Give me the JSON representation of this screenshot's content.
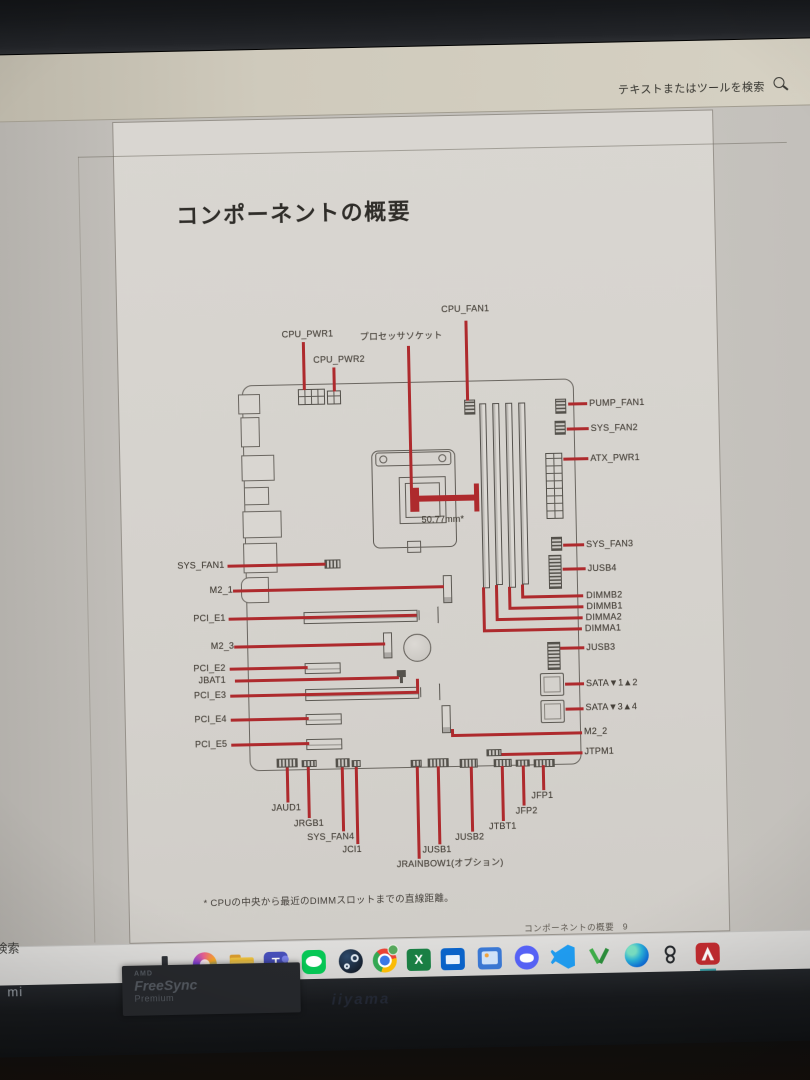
{
  "acrobat": {
    "search_label": "テキストまたはツールを検索"
  },
  "document": {
    "title": "コンポーネントの概要",
    "footnote": "* CPUの中央から最近のDIMMスロットまでの直線距離。",
    "footer_section": "コンポーネントの概要",
    "footer_page": "9",
    "diagram": {
      "measurement": "50.77mm*",
      "labels": {
        "cpu_pwr1": "CPU_PWR1",
        "cpu_pwr2": "CPU_PWR2",
        "cpu_socket": "プロセッサソケット",
        "cpu_fan1": "CPU_FAN1",
        "pump_fan1": "PUMP_FAN1",
        "sys_fan2": "SYS_FAN2",
        "atx_pwr1": "ATX_PWR1",
        "sys_fan3": "SYS_FAN3",
        "jusb4": "JUSB4",
        "dimmb2": "DIMMB2",
        "dimmb1": "DIMMB1",
        "dimma2": "DIMMA2",
        "dimma1": "DIMMA1",
        "jusb3": "JUSB3",
        "sata12": "SATA▼1▲2",
        "sata34": "SATA▼3▲4",
        "m2_2": "M2_2",
        "jtpm1": "JTPM1",
        "sys_fan1": "SYS_FAN1",
        "m2_1": "M2_1",
        "pci_e1": "PCI_E1",
        "m2_3": "M2_3",
        "pci_e2": "PCI_E2",
        "jbat1": "JBAT1",
        "pci_e3": "PCI_E3",
        "pci_e4": "PCI_E4",
        "pci_e5": "PCI_E5",
        "jaud1": "JAUD1",
        "jrgb1": "JRGB1",
        "sys_fan4": "SYS_FAN4",
        "jci1": "JCI1",
        "jrainbow1": "JRAINBOW1(オプション)",
        "jusb1": "JUSB1",
        "jusb2": "JUSB2",
        "jtbt1": "JTBT1",
        "jfp2": "JFP2",
        "jfp1": "JFP1"
      }
    }
  },
  "taskbar": {
    "search_partial": "検索",
    "glyphs": {
      "teams": "T",
      "excel": "X"
    },
    "icons": [
      "start",
      "copilot",
      "file-explorer",
      "teams",
      "line",
      "steam",
      "chrome",
      "excel",
      "outlook",
      "photos",
      "discord",
      "vscode",
      "green-v",
      "edge",
      "mono-glyph",
      "acrobat"
    ],
    "active_app": "acrobat"
  },
  "monitor": {
    "bezel_partial_text": "mi",
    "sticker_lines": [
      "AMD",
      "FreeSync",
      "Premium"
    ],
    "brand": "iiyama"
  },
  "colors": {
    "callout_red": "#ae2a2d",
    "toolbar_beige": "#cfcabc",
    "page_gray": "#d6d3ce",
    "taskbar_gray": "#d9d8d6",
    "active_underline": "#3aa0a8"
  }
}
